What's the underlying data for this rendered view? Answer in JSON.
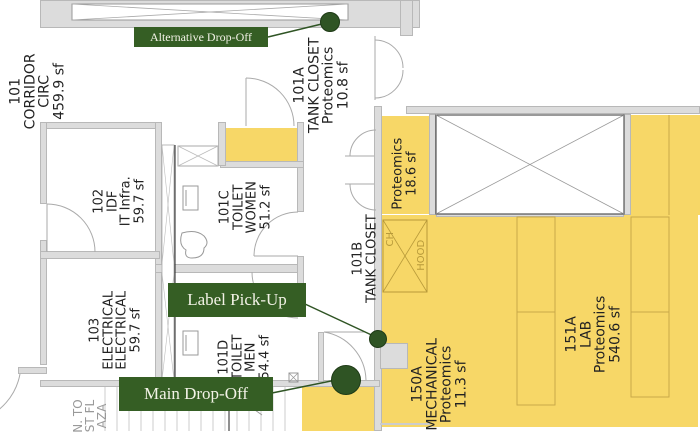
{
  "plan": {
    "callouts": {
      "alternative": "Alternative Drop-Off",
      "label_pickup": "Label Pick-Up",
      "main": "Main Drop-Off"
    },
    "rooms": {
      "r101": {
        "number": "101",
        "name": "CORRIDOR",
        "dept": "CIRC",
        "area": "459.9 sf"
      },
      "r101a": {
        "number": "101A",
        "name": "TANK CLOSET",
        "dept": "Proteomics",
        "area": "10.8 sf"
      },
      "r102": {
        "number": "102",
        "name": "IDF",
        "dept": "IT Infra.",
        "area": "59.7 sf"
      },
      "r101c": {
        "number": "101C",
        "name": "TOILET",
        "dept": "WOMEN",
        "area": "51.2 sf"
      },
      "r101b": {
        "number": "101B",
        "name": "TANK CLOSET"
      },
      "rprot": {
        "dept": "Proteomics",
        "area": "18.6 sf"
      },
      "r103": {
        "number": "103",
        "name": "ELECTRICAL",
        "dept": "ELECTRICAL",
        "area": "59.7 sf"
      },
      "r101d": {
        "number": "101D",
        "name": "TOILET",
        "dept": "MEN",
        "area": "54.4 sf"
      },
      "r150a": {
        "number": "150A",
        "name": "MECHANICAL",
        "dept": "Proteomics",
        "area": "11.3 sf"
      },
      "r151a": {
        "number": "151A",
        "name": "LAB",
        "dept": "Proteomics",
        "area": "540.6 sf"
      }
    },
    "hood": {
      "left": "CH",
      "right": "HOOD"
    },
    "stair_text": [
      "N. TO",
      "ST FL",
      "AZA"
    ],
    "colors": {
      "room_fill": "#f7d767",
      "wall": "#dcdcdc",
      "callout_bg": "#355e24",
      "callout_text": "#f2f2e6",
      "marker": "#2f5424"
    }
  }
}
